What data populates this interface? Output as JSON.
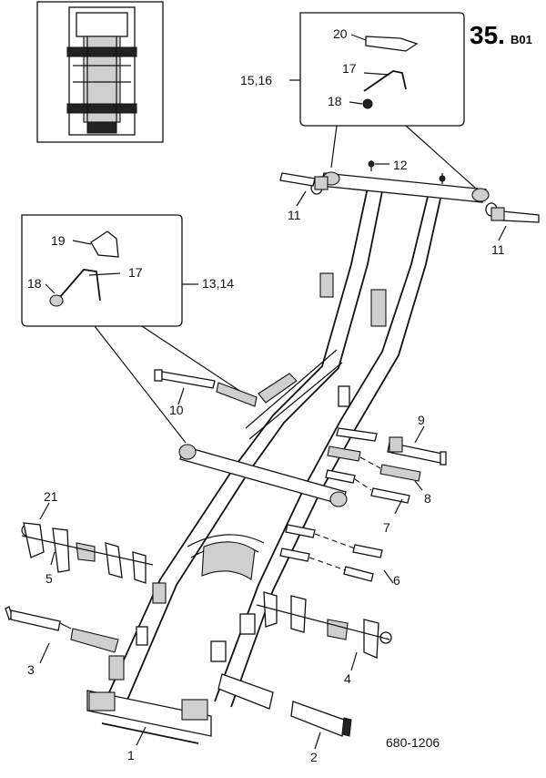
{
  "diagram": {
    "page_number": "35.",
    "page_suffix": "B01",
    "reference_code": "680-1206",
    "callouts": {
      "c1": "1",
      "c2": "2",
      "c3": "3",
      "c4": "4",
      "c5": "5",
      "c6": "6",
      "c7": "7",
      "c8": "8",
      "c9": "9",
      "c10": "10",
      "c11a": "11",
      "c11b": "11",
      "c12": "12",
      "c1314": "13,14",
      "c1516": "15,16",
      "c17a": "17",
      "c17b": "17",
      "c18a": "18",
      "c18b": "18",
      "c19": "19",
      "c20": "20",
      "c21": "21"
    }
  }
}
